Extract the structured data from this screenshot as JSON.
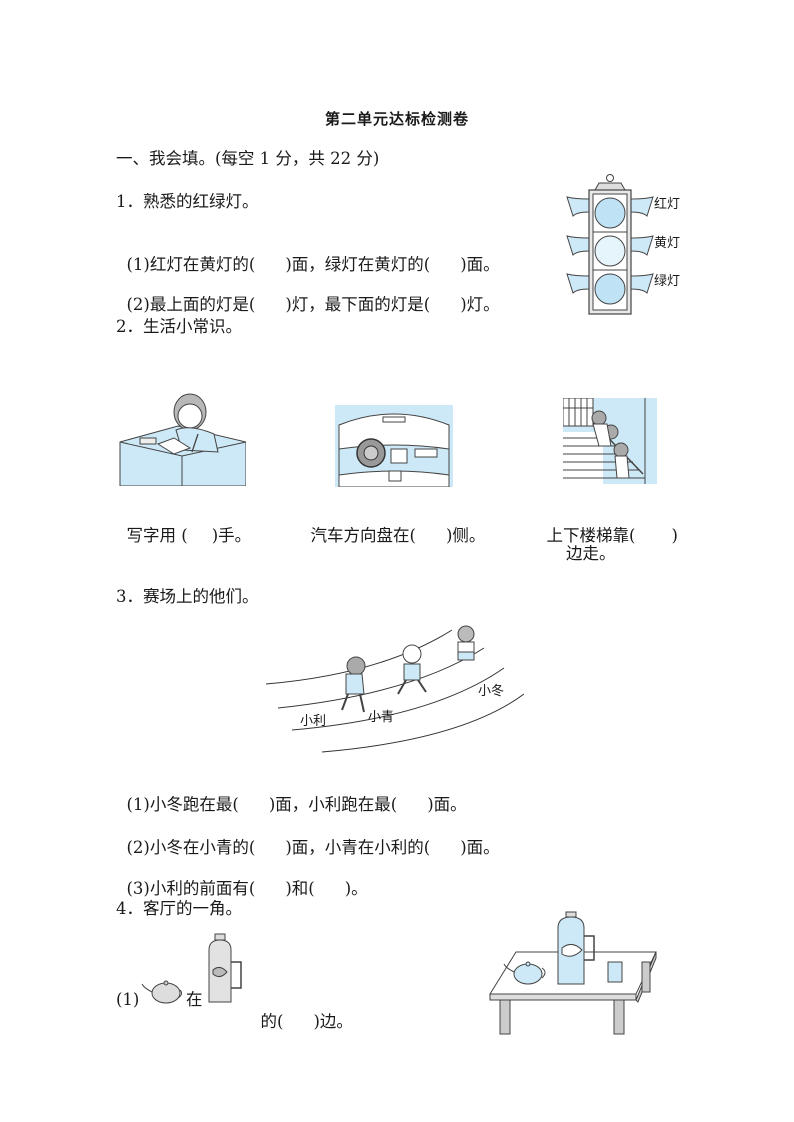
{
  "page": {
    "title": "第二单元达标检测卷",
    "section": "一、我会填。(每空 1 分，共 22 分)"
  },
  "q1": {
    "heading": "1．熟悉的红绿灯。",
    "items": [
      {
        "prefix": "(1)红灯在黄灯的(",
        "mid": ")面，绿灯在黄灯的(",
        "suffix": ")面。"
      },
      {
        "prefix": "(2)最上面的灯是(",
        "mid": ")灯，最下面的灯是(",
        "suffix": ")灯。"
      }
    ],
    "traffic_light": {
      "labels": [
        "红灯",
        "黄灯",
        "绿灯"
      ],
      "light_color": "#bfe3f5",
      "frame_color": "#e6e6e6"
    }
  },
  "q2": {
    "heading": "2．生活小常识。",
    "items": [
      {
        "prefix": "写字用 (",
        "suffix": ")手。",
        "illustration": "girl-writing"
      },
      {
        "prefix": "汽车方向盘在(",
        "suffix": ")侧。",
        "illustration": "car-dashboard"
      },
      {
        "prefix": "上下楼梯靠(",
        "suffix": ")",
        "line2": "边走。",
        "illustration": "children-on-stairs"
      }
    ]
  },
  "q3": {
    "heading": "3．赛场上的他们。",
    "runners": [
      "小利",
      "小青",
      "小冬"
    ],
    "items": [
      {
        "prefix": "(1)小冬跑在最(",
        "mid": ")面，小利跑在最(",
        "suffix": ")面。"
      },
      {
        "prefix": "(2)小冬在小青的(",
        "mid": ")面，小青在小利的(",
        "suffix": ")面。"
      },
      {
        "prefix": "(3)小利的前面有(",
        "mid": ")和(",
        "suffix": ")。"
      }
    ]
  },
  "q4": {
    "heading": "4．客厅的一角。",
    "items": [
      {
        "prefix": "(1)",
        "mid1": "在",
        "mid2": "的(",
        "suffix": ")边。"
      }
    ]
  },
  "colors": {
    "illustration_blue": "#cde9f7",
    "line": "#333333"
  }
}
